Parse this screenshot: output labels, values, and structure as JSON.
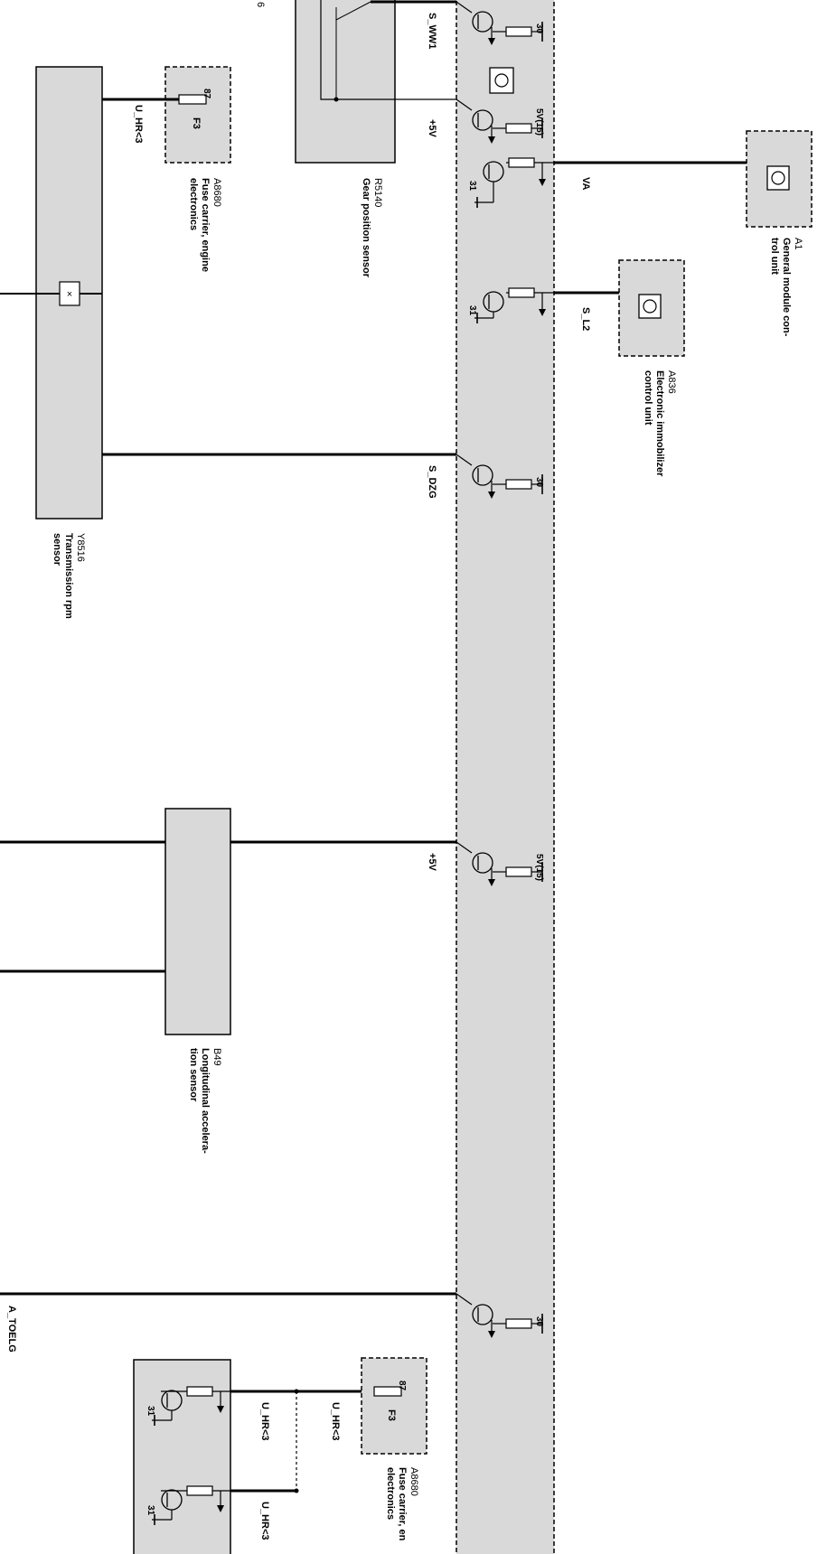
{
  "diagram": {
    "colors": {
      "module_fill": "#d9d9d9",
      "line": "#000000"
    },
    "components": {
      "a8680_top": {
        "id": "A8680",
        "name_line1": "Fuse carrier, engine",
        "name_line2": "electronics",
        "fuse": "F3",
        "pin": "87"
      },
      "r5140": {
        "id": "R5140",
        "name": "Gear position sensor"
      },
      "y8516": {
        "id": "Y8516",
        "name_line1": "Transmission rpm",
        "name_line2": "sensor"
      },
      "b49": {
        "id": "B49",
        "name_line1": "Longitudinal accelera-",
        "name_line2": "tion sensor"
      },
      "a1": {
        "id": "A1",
        "name_line1": "General module con-",
        "name_line2": "trol unit"
      },
      "a836": {
        "id": "A836",
        "name_line1": "Electronic immobilizer",
        "name_line2": "control unit"
      },
      "a8680_bottom": {
        "id": "A8680",
        "name_line1": "Fuse carrier, en",
        "name_line2": "electronics",
        "fuse": "F3",
        "pin": "87"
      }
    },
    "signals": {
      "s_ww1": "S_WW1",
      "plus5v_top": "+5V",
      "plus5v_mid": "+5V",
      "va": "VA",
      "s_l2": "S_L2",
      "s_dzg": "S_DZG",
      "u_hr_top": "U_HR<3",
      "a_toelg": "A_TOELG",
      "u_hr_b1": "U_HR<3",
      "u_hr_b2": "U_HR<3",
      "u_hr_b3": "U_HR<3"
    },
    "pins": {
      "p30_a": "30",
      "p5v15_a": "5V(15)",
      "p31_a": "31",
      "p31_b": "31",
      "p30_b": "30",
      "p5v15_b": "5V(15)",
      "p30_c": "30",
      "p31_c": "31",
      "p31_d": "31"
    },
    "marks": {
      "top_left": "6"
    }
  }
}
